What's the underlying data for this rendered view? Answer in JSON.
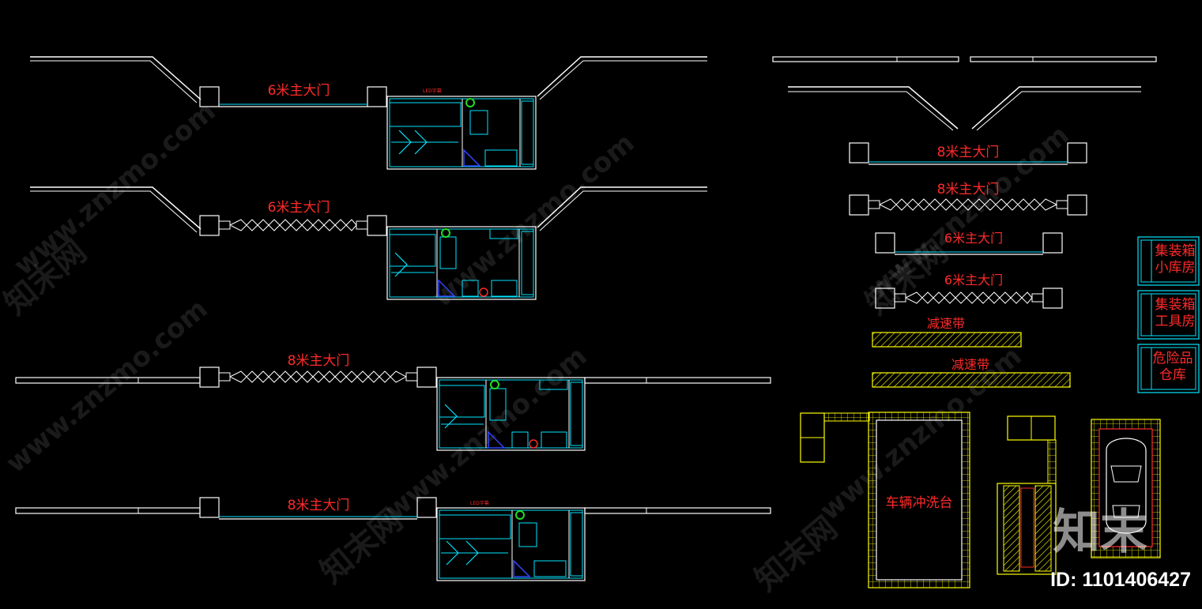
{
  "gates": {
    "g1_title": "6米主大门",
    "g2_title": "6米主大门",
    "g3_title": "8米主大门",
    "g4_title": "8米主大门",
    "r1_title": "8米主大门",
    "r2_title": "8米主大门",
    "r3_title": "6米主大门",
    "r4_title": "6米主大门"
  },
  "labels": {
    "led": "LED字幕",
    "bump1": "减速带",
    "bump2": "减速带",
    "wash": "车辆冲洗台",
    "store1_l1": "集装箱",
    "store1_l2": "小库房",
    "store2_l1": "集装箱",
    "store2_l2": "工具房",
    "store3_l1": "危险品",
    "store3_l2": "仓库"
  },
  "watermark": {
    "site": "www.znzmo.com",
    "brand": "知末网",
    "logo": "知末",
    "id": "ID: 1101406427"
  },
  "colors": {
    "red": "#ff2a2a",
    "cyan": "#00e5ff",
    "white": "#ffffff",
    "yellow": "#ffff00",
    "green": "#22dd22",
    "blue": "#3344ff"
  }
}
